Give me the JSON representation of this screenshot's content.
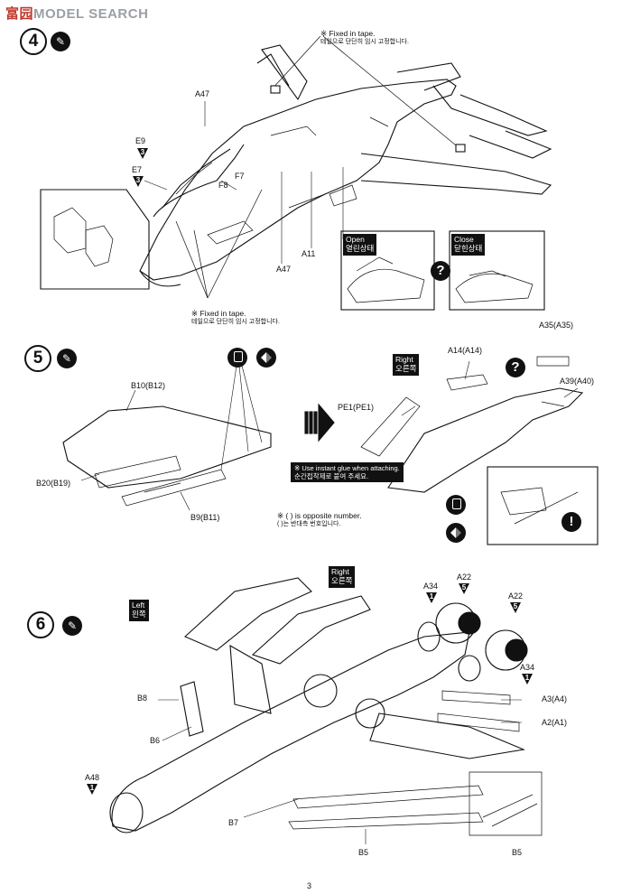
{
  "watermark": {
    "part1": "富园",
    "part2": "MODEL",
    "part3": "SEARCH"
  },
  "step4": {
    "number": "4",
    "note_top": {
      "en": "※ Fixed in tape.",
      "ko": "테일으로 단단히 임시 고정합니다."
    },
    "note_bottom": {
      "en": "※ Fixed in tape.",
      "ko": "테일으로 단단히 임시 고정합니다."
    },
    "labels": {
      "a47_top": "A47",
      "e9": "E9",
      "e7": "E7",
      "f7": "F7",
      "f8": "F8",
      "a11": "A11",
      "a47_bottom": "A47"
    },
    "badges": {
      "e9": "3",
      "e7": "3"
    },
    "open": {
      "en": "Open",
      "ko": "열린상태"
    },
    "close": {
      "en": "Close",
      "ko": "닫힌상태"
    },
    "question": "?"
  },
  "step5": {
    "number": "5",
    "labels": {
      "b10": "B10(B12)",
      "b20": "B20(B19)",
      "b9": "B9(B11)",
      "pe1": "PE1(PE1)",
      "a14": "A14(A14)",
      "a35": "A35(A35)",
      "a39": "A39(A40)"
    },
    "right_tag": {
      "en": "Right",
      "ko": "오른쪽"
    },
    "glue_note": {
      "en": "※ Use instant glue when attaching.",
      "ko": "순간접착제로 붙여 주세요."
    },
    "opposite_note": {
      "en": "※ ( ) is opposite number.",
      "ko": "( )는 반대측 번호입니다."
    },
    "question": "?",
    "warning": "!"
  },
  "step6": {
    "number": "6",
    "left_tag": {
      "en": "Left",
      "ko": "왼쪽"
    },
    "right_tag": {
      "en": "Right",
      "ko": "오른쪽"
    },
    "labels": {
      "a34_top": "A34",
      "a22_left": "A22",
      "a22_right": "A22",
      "a34_right": "A34",
      "a3": "A3(A4)",
      "a2": "A2(A1)",
      "b8": "B8",
      "b6": "B6",
      "a48": "A48",
      "b7": "B7",
      "b5": "B5",
      "b5_detail": "B5"
    },
    "badges": {
      "a34_top": "1",
      "a22_left": "5",
      "a22_right": "5",
      "a34_right": "1",
      "a48": "1"
    }
  },
  "page_number": "3"
}
